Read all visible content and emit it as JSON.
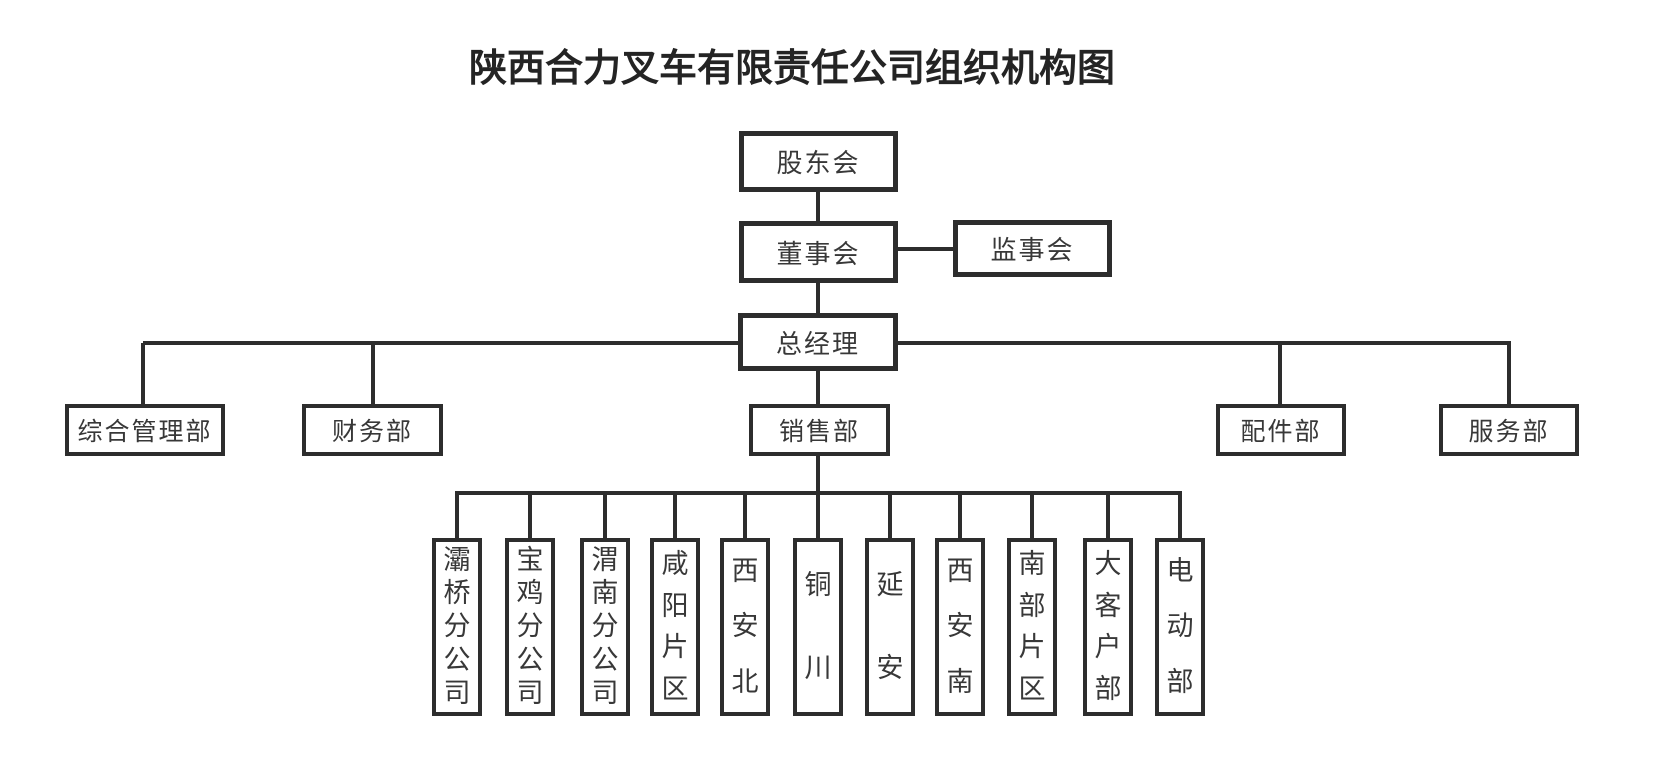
{
  "title": "陕西合力叉车有限责任公司组织机构图",
  "org": {
    "shareholders": "股东会",
    "board": "董事会",
    "supervisory": "监事会",
    "general_manager": "总经理",
    "departments": [
      {
        "label": "综合管理部"
      },
      {
        "label": "财务部"
      },
      {
        "label": "销售部"
      },
      {
        "label": "配件部"
      },
      {
        "label": "服务部"
      }
    ],
    "sales_subunits": [
      {
        "label": "灞桥分公司"
      },
      {
        "label": "宝鸡分公司"
      },
      {
        "label": "渭南分公司"
      },
      {
        "label": "咸阳片区"
      },
      {
        "label": "西安北"
      },
      {
        "label": "铜川"
      },
      {
        "label": "延安"
      },
      {
        "label": "西安南"
      },
      {
        "label": "南部片区"
      },
      {
        "label": "大客户部"
      },
      {
        "label": "电动部"
      }
    ]
  },
  "colors": {
    "line": "#2d2d2d",
    "background": "#ffffff",
    "text": "#383838"
  }
}
